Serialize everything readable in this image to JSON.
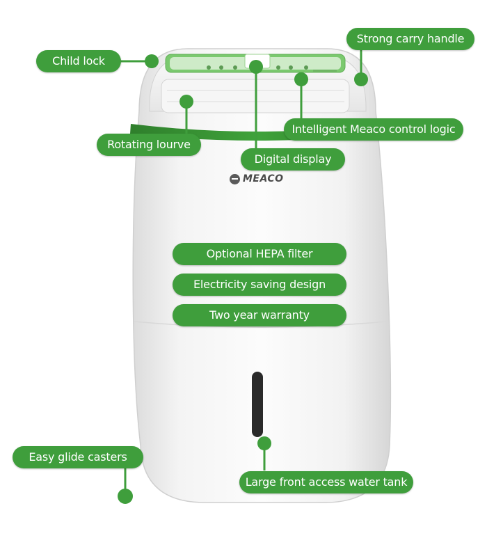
{
  "brand": {
    "logo_text": "MEACO"
  },
  "colors": {
    "accent_green": "#3f9e3c",
    "body_white": "#f7f7f7",
    "panel_green": "#7bc96f",
    "window_dark": "#2a2a2a"
  },
  "features": {
    "strong_carry_handle": "Strong carry handle",
    "child_lock": "Child lock",
    "intelligent_control": "Intelligent Meaco control logic",
    "rotating_louvre": "Rotating lourve",
    "digital_display": "Digital display",
    "hepa_filter": "Optional HEPA filter",
    "electricity_saving": "Electricity saving design",
    "warranty": "Two year warranty",
    "glide_casters": "Easy glide casters",
    "water_tank": "Large front access water tank"
  }
}
